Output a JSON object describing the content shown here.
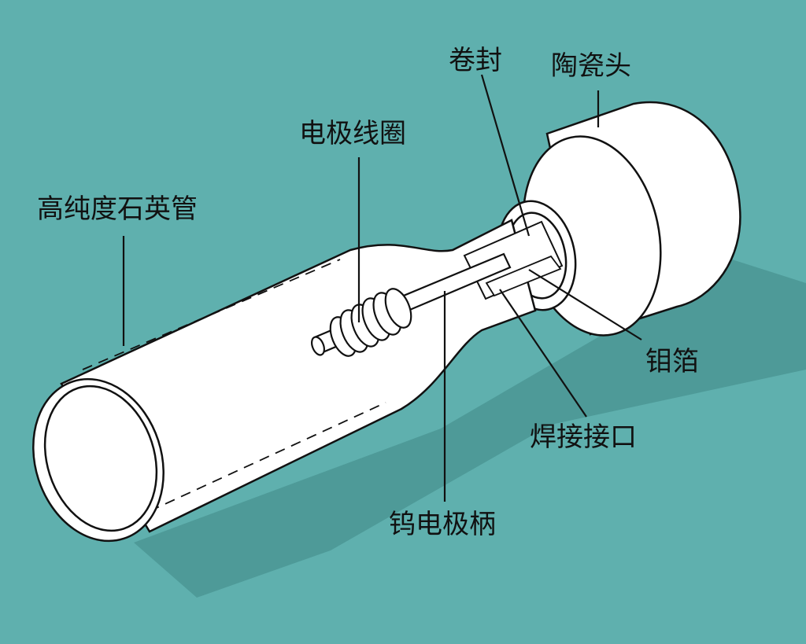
{
  "colors": {
    "background": "#5fb0ae",
    "shadow": "#3f8886",
    "body_fill": "#ffffff",
    "outline": "#111111"
  },
  "labels": {
    "quartz_tube": "高纯度石英管",
    "electrode_coil": "电极线圈",
    "roll_seal": "卷封",
    "ceramic_cap": "陶瓷头",
    "molybdenum_foil": "钼箔",
    "weld_joint": "焊接接口",
    "tungsten_shank": "钨电极柄"
  }
}
